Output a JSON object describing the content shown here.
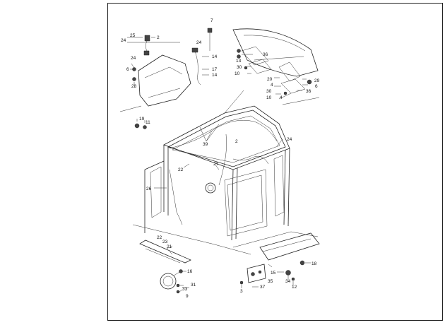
{
  "callouts": {
    "c25": "25",
    "c2a": "2",
    "c24a": "24",
    "c7": "7",
    "c24b": "24",
    "c14a": "14",
    "c17": "17",
    "c14b": "14",
    "c24c": "24",
    "c6a": "6",
    "c28": "28",
    "c13": "13",
    "c36a": "36",
    "c30a": "30",
    "c10a": "10",
    "c20": "20",
    "c4a": "4",
    "c29": "29",
    "c6b": "6",
    "c30b": "30",
    "c36b": "36",
    "c10b": "10",
    "c4b": "4",
    "c19": "19",
    "c11": "11",
    "c39": "39",
    "c2b": "2",
    "c24d": "24",
    "c22a": "22",
    "c27": "27",
    "c26": "26",
    "c22b": "22",
    "c23": "23",
    "c21": "21",
    "c16": "16",
    "c31": "31",
    "c33": "33",
    "c9": "9",
    "c18": "18",
    "c15": "15",
    "c35": "35",
    "c37": "37",
    "c3": "3",
    "c34": "34",
    "c12": "12"
  }
}
